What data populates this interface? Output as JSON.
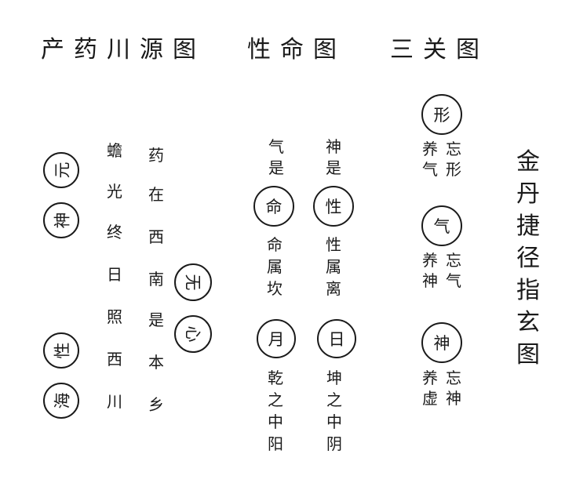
{
  "titles": {
    "t1": "产药川源图",
    "t2": "性命图",
    "t3": "三关图"
  },
  "side_title": [
    "金",
    "丹",
    "捷",
    "径",
    "指",
    "玄",
    "图"
  ],
  "left_circles": {
    "yuan": "元",
    "shen": "神",
    "zhuo": "性",
    "hai": "海",
    "wu": "无",
    "xin": "心"
  },
  "col_a": [
    "蟾",
    "光",
    "终",
    "日",
    "照",
    "西",
    "川"
  ],
  "col_b": [
    "药",
    "在",
    "西",
    "南",
    "是",
    "本",
    "乡"
  ],
  "mid": {
    "col_qi": [
      "气",
      "是"
    ],
    "col_shen": [
      "神",
      "是"
    ],
    "ming": "命",
    "xing": "性",
    "col_ming": [
      "命",
      "属",
      "坎"
    ],
    "col_xing": [
      "性",
      "属",
      "离"
    ],
    "yue": "月",
    "ri": "日",
    "col_qian": [
      "乾",
      "之",
      "中",
      "阳"
    ],
    "col_kun": [
      "坤",
      "之",
      "中",
      "阴"
    ]
  },
  "right": {
    "c1": "形",
    "c2": "气",
    "c3": "神",
    "g1a": [
      "养",
      "气"
    ],
    "g1b": [
      "忘",
      "形"
    ],
    "g2a": [
      "养",
      "神"
    ],
    "g2b": [
      "忘",
      "气"
    ],
    "g3a": [
      "养",
      "虚"
    ],
    "g3b": [
      "忘",
      "神"
    ]
  }
}
